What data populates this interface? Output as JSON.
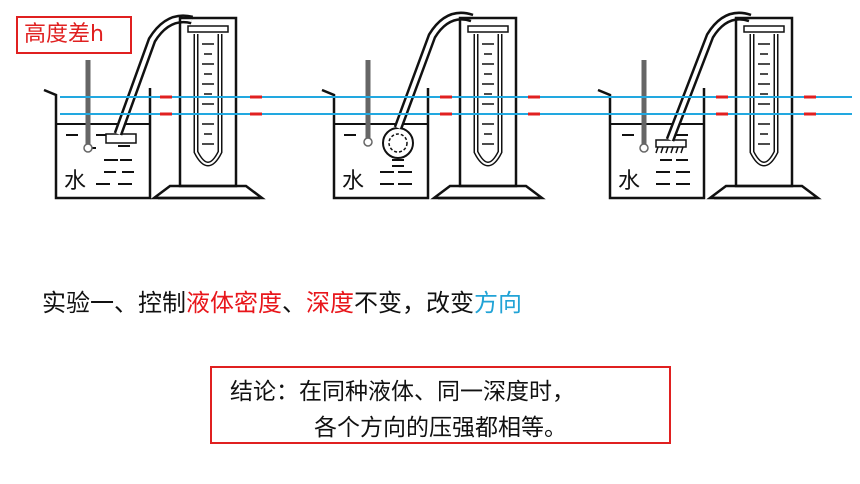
{
  "label_box": "高度差h",
  "water_label": "水",
  "caption": {
    "part1": "实验一、控制",
    "part2": "液体密度",
    "part3": "、",
    "part4": "深度",
    "part5": "不变，改变",
    "part6": "方向"
  },
  "conclusion": {
    "line1": "结论：在同种液体、同一深度时，",
    "line2": "各个方向的压强都相等。"
  },
  "colors": {
    "red": "#e02020",
    "blue": "#21a3d6",
    "reference_line": "#22a8e0"
  }
}
